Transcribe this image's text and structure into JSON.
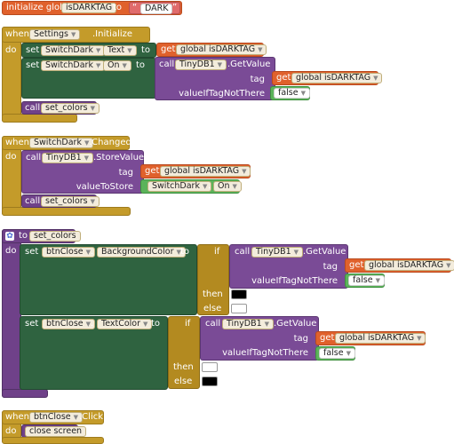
{
  "global_block": {
    "initialize_label": "initialize global",
    "name": "isDARKTAG",
    "to": "to",
    "quote_left": "“",
    "value": "DARK",
    "quote_right": "”"
  },
  "kw": {
    "when": "when",
    "do": "do",
    "set": "set",
    "call": "call",
    "get": "get",
    "to": "to",
    "tag": "tag",
    "value_if_tag_not_there": "valueIfTagNotThere",
    "value_to_store": "valueToStore",
    "if": "if",
    "then": "then",
    "else": "else",
    "dot": "."
  },
  "event1": {
    "component": "Settings",
    "event": ".Initialize",
    "set1_comp": "SwitchDark",
    "set1_prop": "Text",
    "get1": "global isDARKTAG",
    "set2_comp": "SwitchDark",
    "set2_prop": "On",
    "call_comp": "TinyDB1",
    "call_method": ".GetValue",
    "get2": "global isDARKTAG",
    "false_val": "false",
    "call_proc": "set_colors"
  },
  "event2": {
    "component": "SwitchDark",
    "event": ".Changed",
    "call_comp": "TinyDB1",
    "call_method": ".StoreValue",
    "get": "global isDARKTAG",
    "store_comp": "SwitchDark",
    "store_prop": "On",
    "call_proc": "set_colors"
  },
  "proc": {
    "to_label": "to",
    "name": "set_colors",
    "set1_comp": "btnClose",
    "set1_prop": "BackgroundColor",
    "call1_comp": "TinyDB1",
    "call1_method": ".GetValue",
    "get1": "global isDARKTAG",
    "false1": "false",
    "set2_comp": "btnClose",
    "set2_prop": "TextColor",
    "call2_comp": "TinyDB1",
    "call2_method": ".GetValue",
    "get2": "global isDARKTAG",
    "false2": "false"
  },
  "event3": {
    "component": "btnClose",
    "event": ".Click",
    "action": "close screen"
  },
  "colors": {
    "event_gold": "#c49b2a",
    "setter_green": "#2f6340",
    "call_purple": "#7a4b96",
    "get_orange": "#e0612c",
    "logic_green": "#5bb35a",
    "text_pink": "#e06b6b"
  }
}
